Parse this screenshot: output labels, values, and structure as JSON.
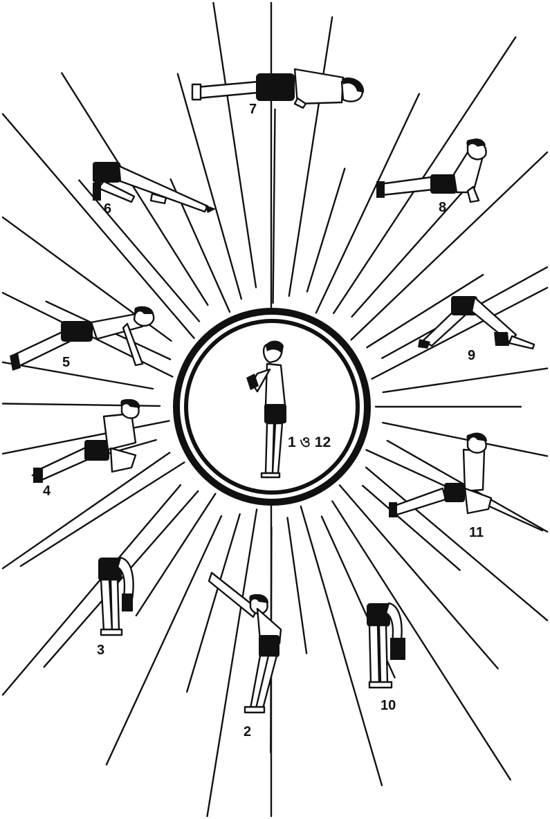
{
  "center": {
    "label": "1 ও 12"
  },
  "poses": [
    {
      "id": "pose-2",
      "label": "2"
    },
    {
      "id": "pose-3",
      "label": "3"
    },
    {
      "id": "pose-4",
      "label": "4"
    },
    {
      "id": "pose-5",
      "label": "5"
    },
    {
      "id": "pose-6",
      "label": "6"
    },
    {
      "id": "pose-7",
      "label": "7"
    },
    {
      "id": "pose-8",
      "label": "8"
    },
    {
      "id": "pose-9",
      "label": "9"
    },
    {
      "id": "pose-10",
      "label": "10"
    },
    {
      "id": "pose-11",
      "label": "11"
    }
  ]
}
